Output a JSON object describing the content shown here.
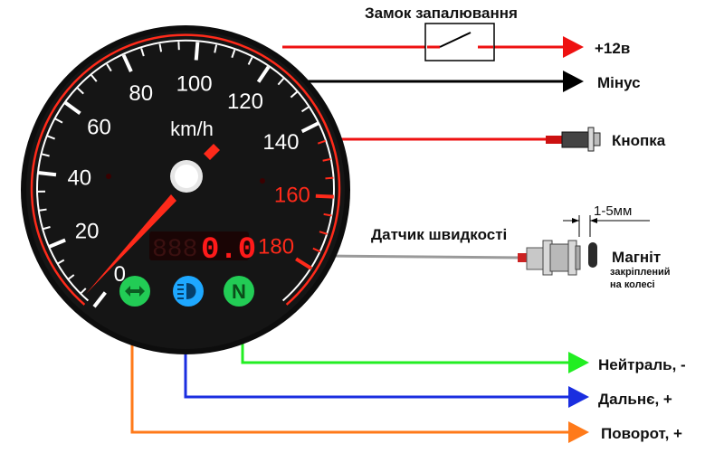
{
  "diagram": {
    "ignition_label": "Замок запалювання",
    "plus12_label": "+12в",
    "minus_label": "Мінус",
    "button_label": "Кнопка",
    "speed_sensor_label": "Датчик швидкості",
    "gap_label": "1-5мм",
    "magnet_label": "Магніт",
    "magnet_note_line1": "закріплений",
    "magnet_note_line2": "на колесі",
    "neutral_label": "Нейтраль, -",
    "highbeam_label": "Дальнє, +",
    "turn_label": "Поворот, +"
  },
  "gauge": {
    "unit": "km/h",
    "digital_value": "0.0",
    "neutral_symbol": "N",
    "ticks_white": [
      "0",
      "20",
      "40",
      "60",
      "80",
      "100",
      "120",
      "140"
    ],
    "ticks_red": [
      "160",
      "180"
    ]
  },
  "colors": {
    "wire_red": "#ee1111",
    "wire_black": "#000000",
    "wire_green": "#22ee22",
    "wire_blue": "#1a2ee0",
    "wire_orange": "#ff7a1a",
    "dial_red": "#ff2a1a",
    "neutral_lamp": "#22cc55",
    "highbeam_lamp": "#1ea8ff",
    "turn_lamp": "#22cc55"
  }
}
